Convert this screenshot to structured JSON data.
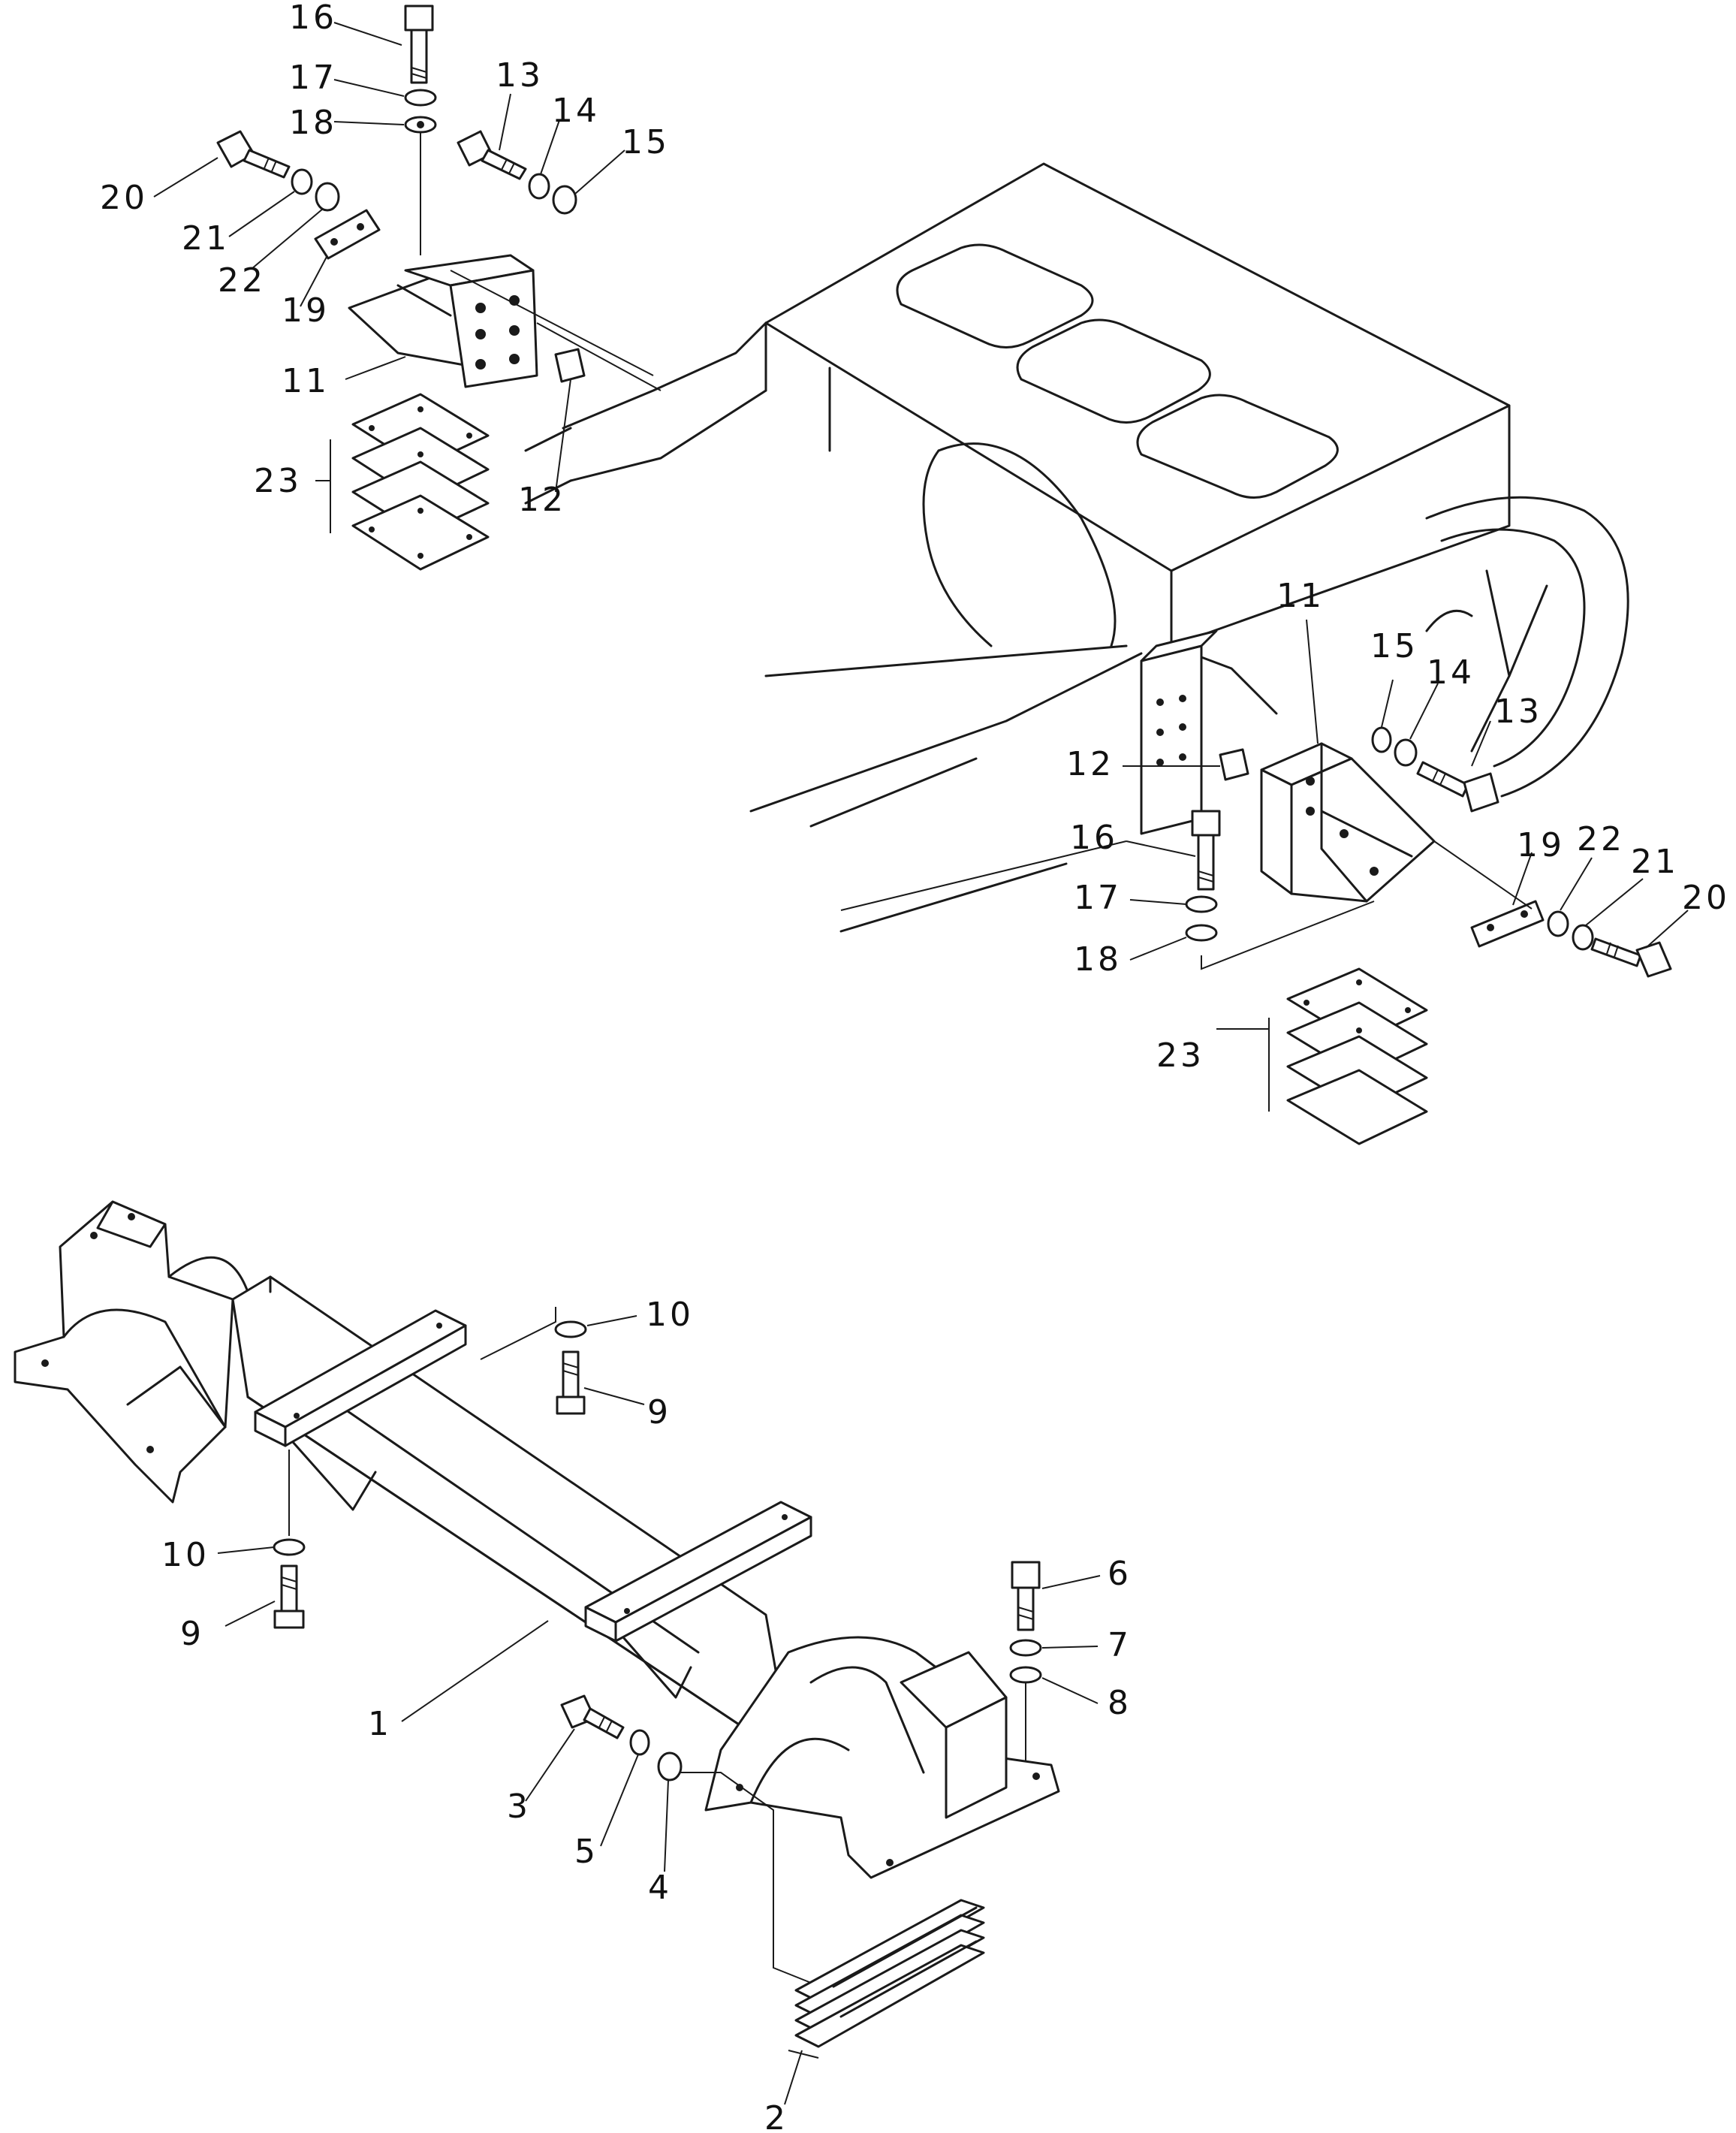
{
  "diagram": {
    "colors": {
      "ink": "#1a1a1a",
      "paper": "#ffffff"
    },
    "callouts": [
      {
        "id": "c16a",
        "text": "16"
      },
      {
        "id": "c17a",
        "text": "17"
      },
      {
        "id": "c18a",
        "text": "18"
      },
      {
        "id": "c13a",
        "text": "13"
      },
      {
        "id": "c14a",
        "text": "14"
      },
      {
        "id": "c15a",
        "text": "15"
      },
      {
        "id": "c20a",
        "text": "20"
      },
      {
        "id": "c21a",
        "text": "21"
      },
      {
        "id": "c22a",
        "text": "22"
      },
      {
        "id": "c19a",
        "text": "19"
      },
      {
        "id": "c11a",
        "text": "11"
      },
      {
        "id": "c23a",
        "text": "23"
      },
      {
        "id": "c12a",
        "text": "12"
      },
      {
        "id": "c11b",
        "text": "11"
      },
      {
        "id": "c15b",
        "text": "15"
      },
      {
        "id": "c14b",
        "text": "14"
      },
      {
        "id": "c13b",
        "text": "13"
      },
      {
        "id": "c12b",
        "text": "12"
      },
      {
        "id": "c16b",
        "text": "16"
      },
      {
        "id": "c17b",
        "text": "17"
      },
      {
        "id": "c18b",
        "text": "18"
      },
      {
        "id": "c19b",
        "text": "19"
      },
      {
        "id": "c22b",
        "text": "22"
      },
      {
        "id": "c21b",
        "text": "21"
      },
      {
        "id": "c20b",
        "text": "20"
      },
      {
        "id": "c23b",
        "text": "23"
      },
      {
        "id": "c10a",
        "text": "10"
      },
      {
        "id": "c9a",
        "text": "9"
      },
      {
        "id": "c10b",
        "text": "10"
      },
      {
        "id": "c9b",
        "text": "9"
      },
      {
        "id": "c6",
        "text": "6"
      },
      {
        "id": "c7",
        "text": "7"
      },
      {
        "id": "c8",
        "text": "8"
      },
      {
        "id": "c1",
        "text": "1"
      },
      {
        "id": "c3",
        "text": "3"
      },
      {
        "id": "c5",
        "text": "5"
      },
      {
        "id": "c4",
        "text": "4"
      },
      {
        "id": "c2",
        "text": "2"
      }
    ]
  }
}
